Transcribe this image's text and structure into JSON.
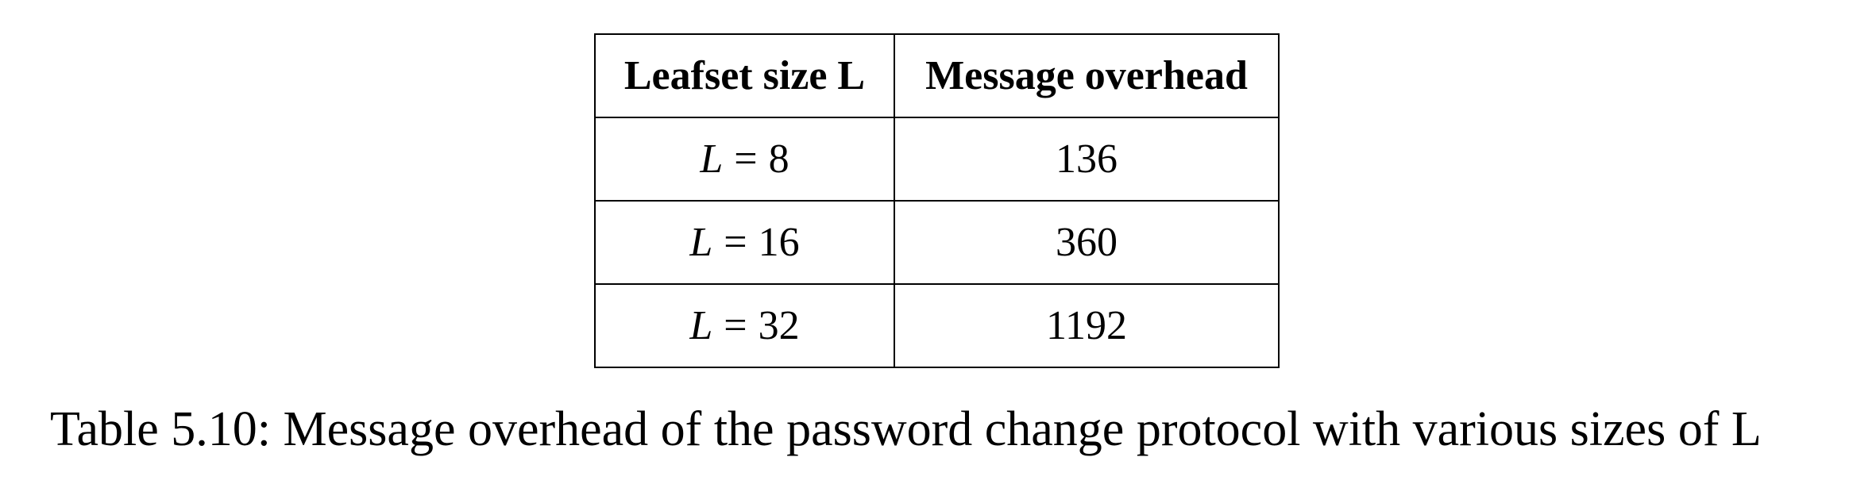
{
  "table": {
    "headers": [
      "Leafset size L",
      "Message overhead"
    ],
    "rows": [
      {
        "leafset": {
          "var": "L",
          "eq": "=",
          "value": "8"
        },
        "overhead": "136"
      },
      {
        "leafset": {
          "var": "L",
          "eq": "=",
          "value": "16"
        },
        "overhead": "360"
      },
      {
        "leafset": {
          "var": "L",
          "eq": "=",
          "value": "32"
        },
        "overhead": "1192"
      }
    ]
  },
  "caption": "Table 5.10: Message overhead of the password change protocol with various sizes of L"
}
